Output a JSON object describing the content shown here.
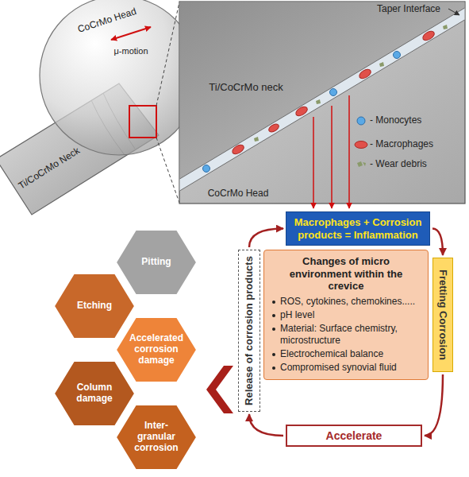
{
  "diagram": {
    "nodes": [
      {
        "text": [
          "Macrophages + Corrosion products = Inflammation"
        ]
      },
      {
        "text": [
          "Release of corrosion products"
        ]
      },
      {
        "text": [
          "Changes of micro environment within the crevice",
          "ROS, cytokines, chemokines.....",
          "pH level",
          "Material: Surface chemistry, microstructure",
          "Electrochemical balance",
          "Compromised synovial fluid"
        ]
      },
      {
        "text": [
          "Fretting Corrosion"
        ]
      },
      {
        "text": [
          "Accelerate"
        ]
      },
      {
        "text": [
          "Pitting"
        ]
      },
      {
        "text": [
          "Etching"
        ]
      },
      {
        "text": [
          "Accelerated corrosion damage"
        ]
      },
      {
        "text": [
          "Column damage"
        ]
      },
      {
        "text": [
          "Inter-granular corrosion"
        ]
      }
    ],
    "edges": [
      {
        "from": 0,
        "to": 3,
        "arrow": "to"
      },
      {
        "from": 3,
        "to": 4,
        "arrow": "to"
      },
      {
        "from": 4,
        "to": 1,
        "arrow": "to"
      },
      {
        "from": 1,
        "to": 0,
        "arrow": "to"
      }
    ],
    "labels": [
      "CoCrMo Head",
      "μ-motion",
      "Ti/CoCrMo Neck",
      "Ti/CoCrMo neck",
      "Taper Interface",
      "CoCrMo Head"
    ],
    "legend": [
      {
        "text": "- Monocytes"
      },
      {
        "text": "- Macrophages"
      },
      {
        "text": "- Wear debris"
      }
    ]
  }
}
